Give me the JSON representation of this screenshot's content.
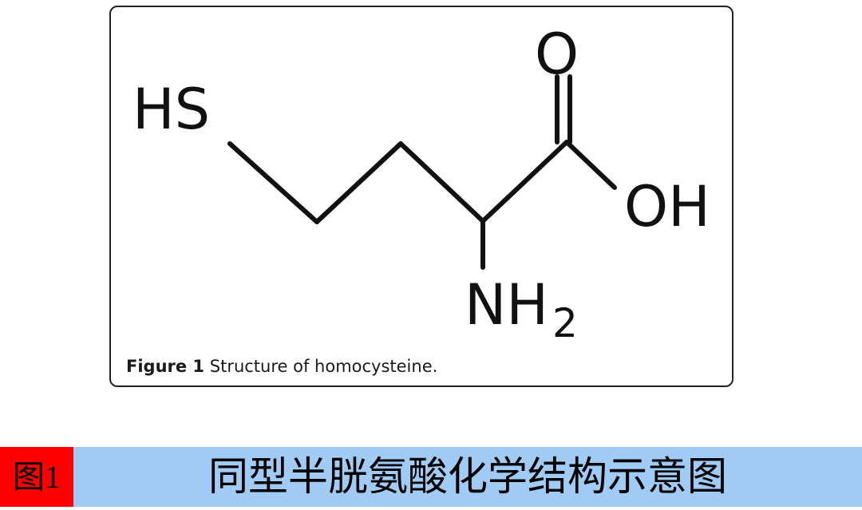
{
  "molecule": {
    "atoms": {
      "thiol": "HS",
      "carbonyl_oxygen": "O",
      "hydroxyl": "OH",
      "amine_main": "NH",
      "amine_subscript": "2"
    },
    "bond_color": "#111111"
  },
  "caption": {
    "label": "Figure 1",
    "text": "Structure of homocysteine."
  },
  "banner": {
    "tag": "图1",
    "title": "同型半胱氨酸化学结构示意图",
    "tag_color": "#ff0000",
    "strip_color": "#9fcbf5"
  }
}
